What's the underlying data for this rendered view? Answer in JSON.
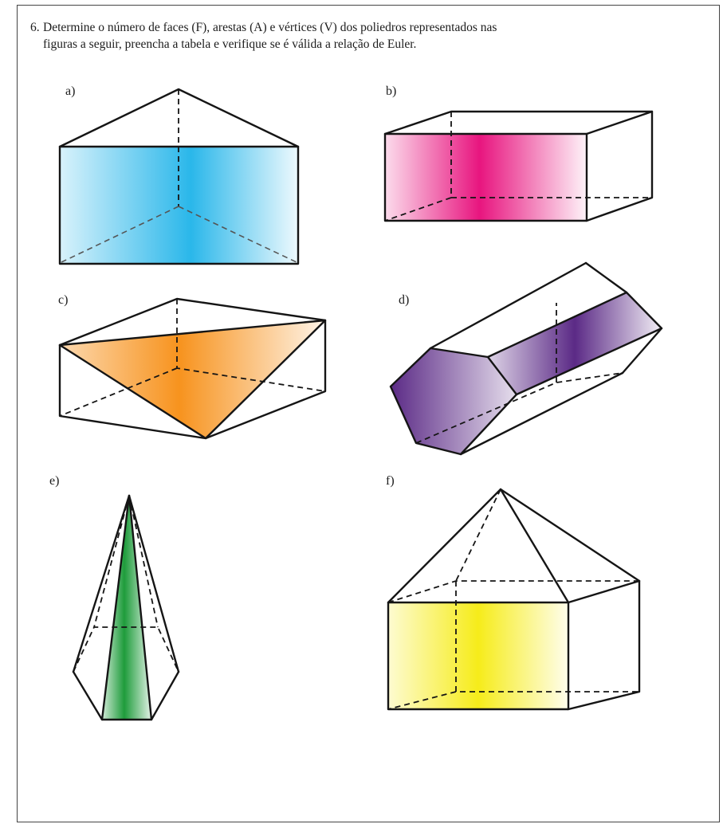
{
  "exercise": {
    "number": "6.",
    "text_line1": "Determine o número de faces (F), arestas (A) e vértices (V) dos poliedros representados nas",
    "text_line2": "figuras a seguir, preencha a tabela e verifique se é válida a relação de Euler."
  },
  "figures": [
    {
      "label": "a)",
      "fill_color": "#2ab7ea"
    },
    {
      "label": "b)",
      "fill_color": "#e8157f"
    },
    {
      "label": "c)",
      "fill_color": "#f7931e"
    },
    {
      "label": "d)",
      "fill_color": "#5b2a86"
    },
    {
      "label": "e)",
      "fill_color": "#1e9c3b"
    },
    {
      "label": "f)",
      "fill_color": "#f6ec1a"
    }
  ]
}
